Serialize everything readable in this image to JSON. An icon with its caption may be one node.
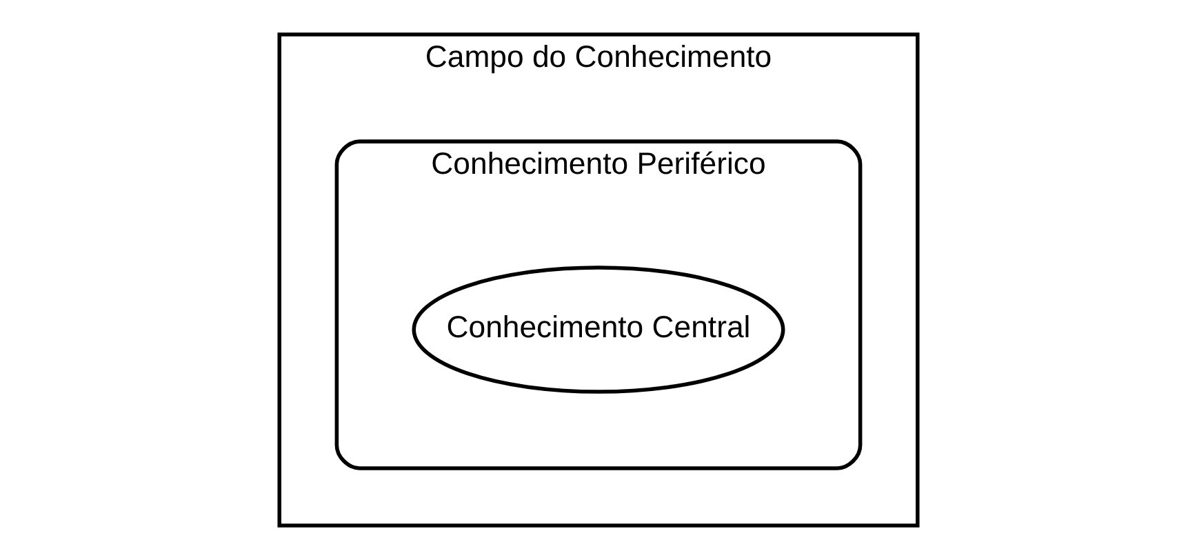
{
  "diagram": {
    "nodes": [
      {
        "text": [
          "Campo do Conhecimento"
        ]
      },
      {
        "text": [
          "Conhecimento Periférico"
        ],
        "in": 0
      },
      {
        "text": [
          "Conhecimento Central"
        ],
        "in": 1
      }
    ],
    "edges": []
  }
}
